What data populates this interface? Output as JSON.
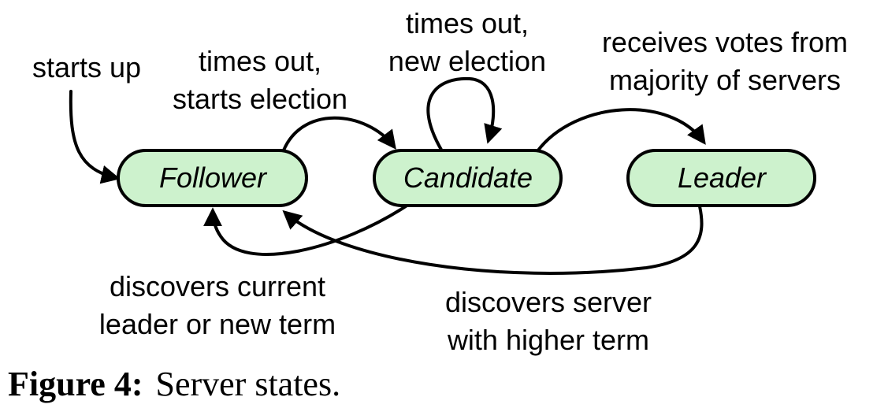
{
  "states": {
    "follower": "Follower",
    "candidate": "Candidate",
    "leader": "Leader"
  },
  "state_fill": "#cdf2cd",
  "transitions": {
    "starts_up": "starts up",
    "follower_to_candidate": [
      "times out,",
      "starts election"
    ],
    "candidate_self": [
      "times out,",
      "new election"
    ],
    "candidate_to_leader": [
      "receives votes from",
      "majority of servers"
    ],
    "candidate_to_follower": [
      "discovers current",
      "leader or new term"
    ],
    "leader_to_follower": [
      "discovers server",
      "with higher term"
    ]
  },
  "caption": {
    "label": "Figure 4:",
    "text": "Server states."
  }
}
